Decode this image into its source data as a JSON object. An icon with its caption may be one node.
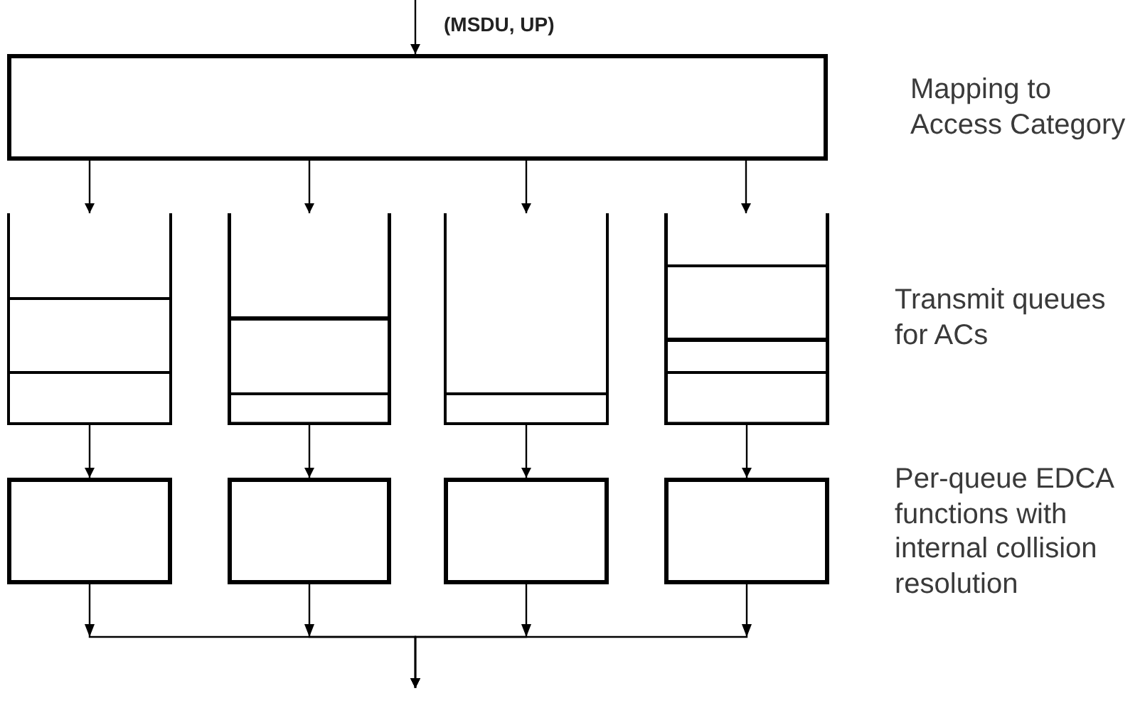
{
  "diagram": {
    "nodes": [
      {
        "text": [],
        "shape": "box",
        "beside": [
          "Mapping to Access Category"
        ]
      },
      {
        "text": [],
        "shape": "queue"
      },
      {
        "text": [],
        "shape": "queue"
      },
      {
        "text": [],
        "shape": "queue"
      },
      {
        "text": [],
        "shape": "queue"
      },
      {
        "text": [],
        "shape": "box"
      },
      {
        "text": [],
        "shape": "box"
      },
      {
        "text": [],
        "shape": "box"
      },
      {
        "text": [],
        "shape": "box"
      }
    ],
    "edges": [
      {
        "from": null,
        "to": 0,
        "arrow": "to",
        "label": "(MSDU, UP)"
      },
      {
        "from": 0,
        "to": 1,
        "arrow": "to"
      },
      {
        "from": 0,
        "to": 2,
        "arrow": "to"
      },
      {
        "from": 0,
        "to": 3,
        "arrow": "to"
      },
      {
        "from": 0,
        "to": 4,
        "arrow": "to"
      },
      {
        "from": 1,
        "to": 5,
        "arrow": "to"
      },
      {
        "from": 2,
        "to": 6,
        "arrow": "to"
      },
      {
        "from": 3,
        "to": 7,
        "arrow": "to"
      },
      {
        "from": 4,
        "to": 8,
        "arrow": "to"
      },
      {
        "from": 5,
        "to": null,
        "arrow": "to"
      },
      {
        "from": 6,
        "to": null,
        "arrow": "to"
      },
      {
        "from": 7,
        "to": null,
        "arrow": "to"
      },
      {
        "from": 8,
        "to": null,
        "arrow": "to"
      }
    ],
    "labels": [
      "Transmit queues for ACs",
      "Per-queue EDCA functions with internal collision resolution"
    ]
  }
}
